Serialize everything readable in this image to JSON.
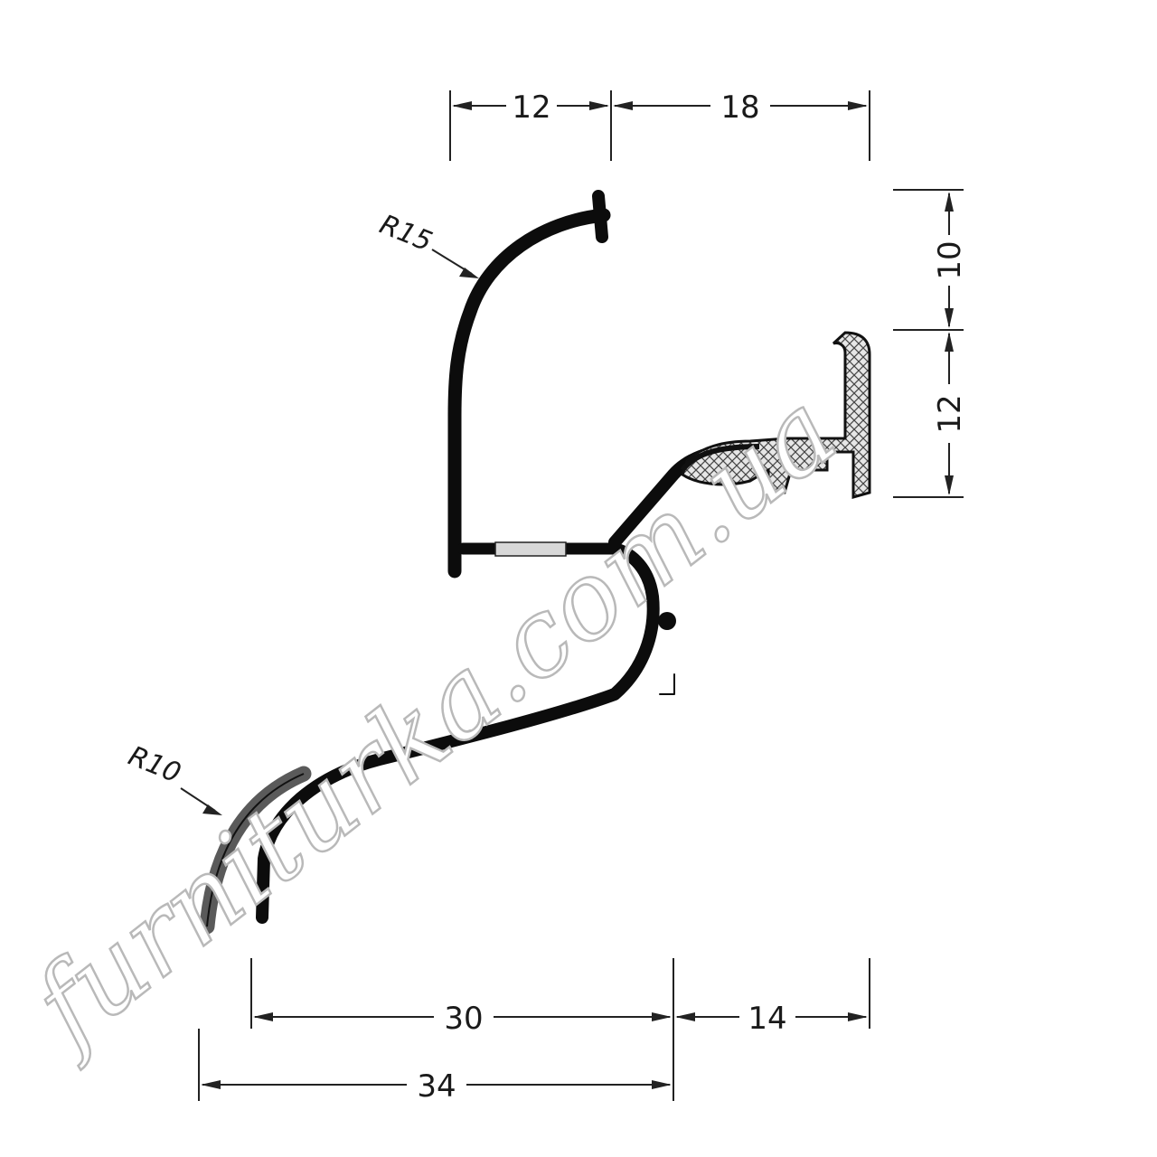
{
  "dimensions": {
    "top_left": "12",
    "top_right": "18",
    "right_upper": "10",
    "right_lower": "12",
    "bottom_left": "30",
    "bottom_right": "14",
    "bottom_total": "34"
  },
  "radii": {
    "upper": "R15",
    "lower": "R10"
  },
  "watermark": "furniturka.com.ua",
  "colors": {
    "profile": "#0c0c0c",
    "rubber": "#5a5a5a",
    "insert": "#cfcfcf"
  }
}
